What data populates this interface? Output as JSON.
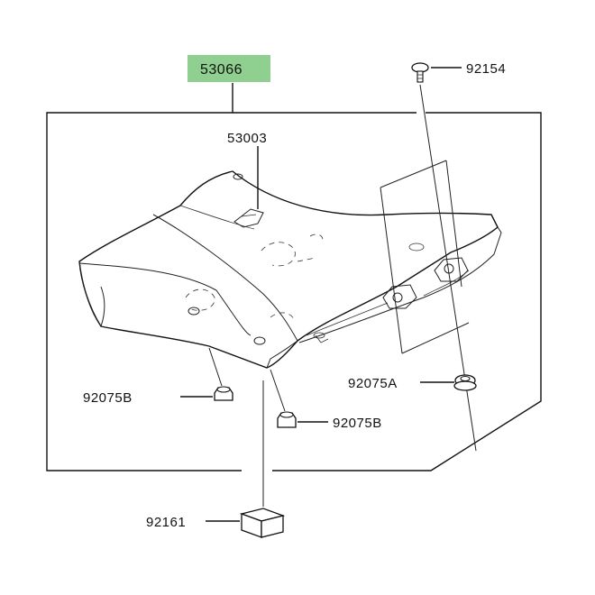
{
  "diagram": {
    "assembly_label": "53066",
    "highlight_color": "#8fcf8f",
    "parts": [
      {
        "id": "seat-pan",
        "label": "53003"
      },
      {
        "id": "bolt",
        "label": "92154"
      },
      {
        "id": "grommet",
        "label": "92075A"
      },
      {
        "id": "damper-left",
        "label": "92075B"
      },
      {
        "id": "damper-right",
        "label": "92075B"
      },
      {
        "id": "pad",
        "label": "92161"
      }
    ]
  }
}
